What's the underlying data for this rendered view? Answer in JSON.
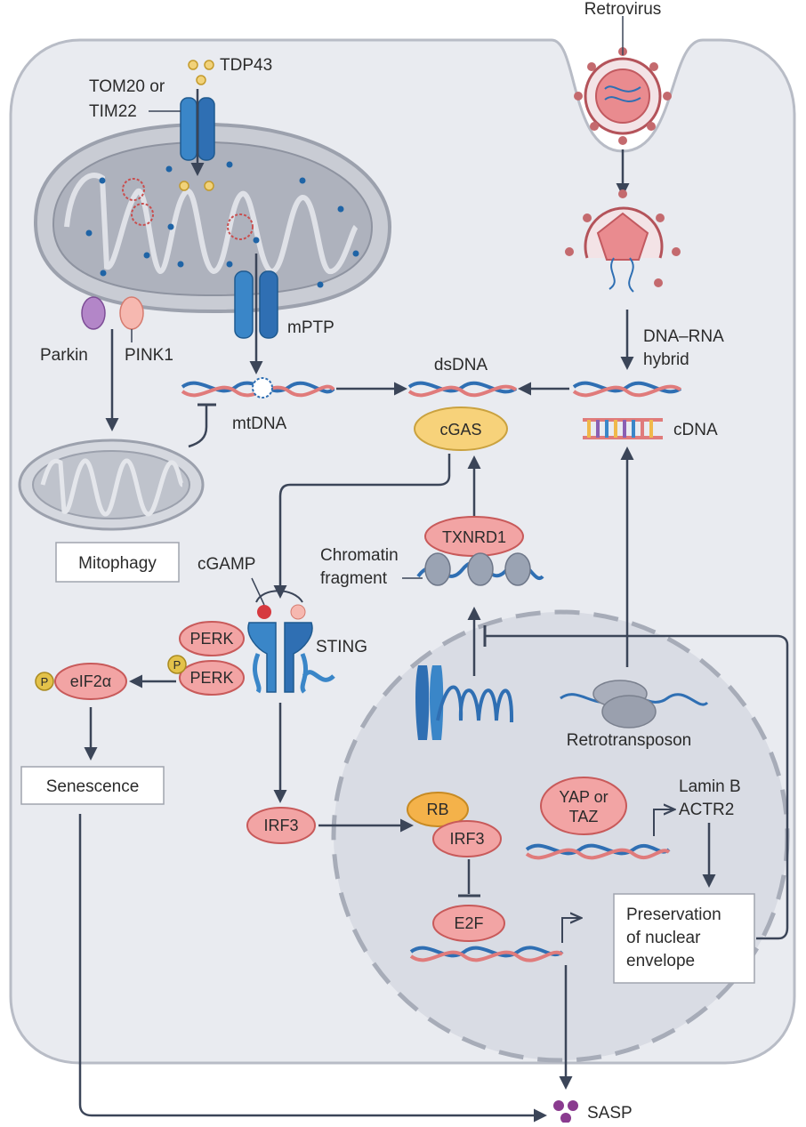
{
  "labels": {
    "retrovirus": "Retrovirus",
    "tdp43": "TDP43",
    "tom20_line1": "TOM20 or",
    "tom20_line2": "TIM22",
    "parkin": "Parkin",
    "pink1": "PINK1",
    "mptp": "mPTP",
    "mtdna": "mtDNA",
    "dsdna": "dsDNA",
    "dna_rna_line1": "DNA–RNA",
    "dna_rna_line2": "hybrid",
    "cdna": "cDNA",
    "cgas": "cGAS",
    "mitophagy": "Mitophagy",
    "cgamp": "cGAMP",
    "txnrd1": "TXNRD1",
    "chromatin_line1": "Chromatin",
    "chromatin_line2": "fragment",
    "perk": "PERK",
    "sting": "STING",
    "p": "P",
    "eif2a": "eIF2α",
    "senescence": "Senescence",
    "retrotransposon": "Retrotransposon",
    "irf3": "IRF3",
    "rb": "RB",
    "yap_line1": "YAP or",
    "yap_line2": "TAZ",
    "laminb_line1": "Lamin B",
    "laminb_line2": "ACTR2",
    "e2f": "E2F",
    "preservation_line1": "Preservation",
    "preservation_line2": "of nuclear",
    "preservation_line3": "envelope",
    "sasp": "SASP"
  },
  "colors": {
    "cell_fill": "#e9ebf0",
    "cell_stroke": "#b8bcc6",
    "arrow": "#3b4558",
    "pill_fill": "#f2a4a4",
    "pill_stroke": "#c85a5a",
    "cgas_fill": "#f7d27a",
    "dna_blue": "#2f6fb3",
    "dna_red": "#e07b7b",
    "receptor_blue": "#3a86c8",
    "sasp_purple": "#8a3b8f"
  }
}
